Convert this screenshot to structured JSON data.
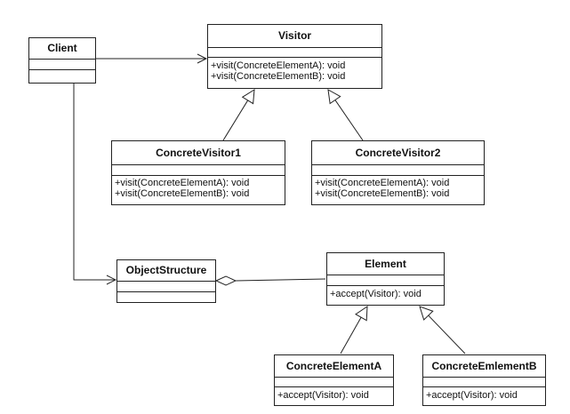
{
  "diagram": {
    "type": "UML class diagram",
    "classes": {
      "client": {
        "name": "Client",
        "operations": []
      },
      "visitor": {
        "name": "Visitor",
        "operations": [
          "+visit(ConcreteElementA): void",
          "+visit(ConcreteElementB): void"
        ]
      },
      "concrete_visitor1": {
        "name": "ConcreteVisitor1",
        "operations": [
          "+visit(ConcreteElementA): void",
          "+visit(ConcreteElementB): void"
        ]
      },
      "concrete_visitor2": {
        "name": "ConcreteVisitor2",
        "operations": [
          "+visit(ConcreteElementA): void",
          "+visit(ConcreteElementB): void"
        ]
      },
      "object_structure": {
        "name": "ObjectStructure",
        "operations": []
      },
      "element": {
        "name": "Element",
        "operations": [
          "+accept(Visitor): void"
        ]
      },
      "concrete_element_a": {
        "name": "ConcreteElementA",
        "operations": [
          "+accept(Visitor): void"
        ]
      },
      "concrete_element_b": {
        "name": "ConcreteEmlementB",
        "operations": [
          "+accept(Visitor): void"
        ]
      }
    },
    "relationships": [
      {
        "from": "Client",
        "to": "Visitor",
        "kind": "association"
      },
      {
        "from": "Client",
        "to": "ObjectStructure",
        "kind": "association"
      },
      {
        "from": "ConcreteVisitor1",
        "to": "Visitor",
        "kind": "generalization"
      },
      {
        "from": "ConcreteVisitor2",
        "to": "Visitor",
        "kind": "generalization"
      },
      {
        "from": "ObjectStructure",
        "to": "Element",
        "kind": "aggregation"
      },
      {
        "from": "ConcreteElementA",
        "to": "Element",
        "kind": "generalization"
      },
      {
        "from": "ConcreteEmlementB",
        "to": "Element",
        "kind": "generalization"
      }
    ],
    "colors": {
      "line": "#222222",
      "fill": "#ffffff",
      "text": "#111111"
    }
  }
}
